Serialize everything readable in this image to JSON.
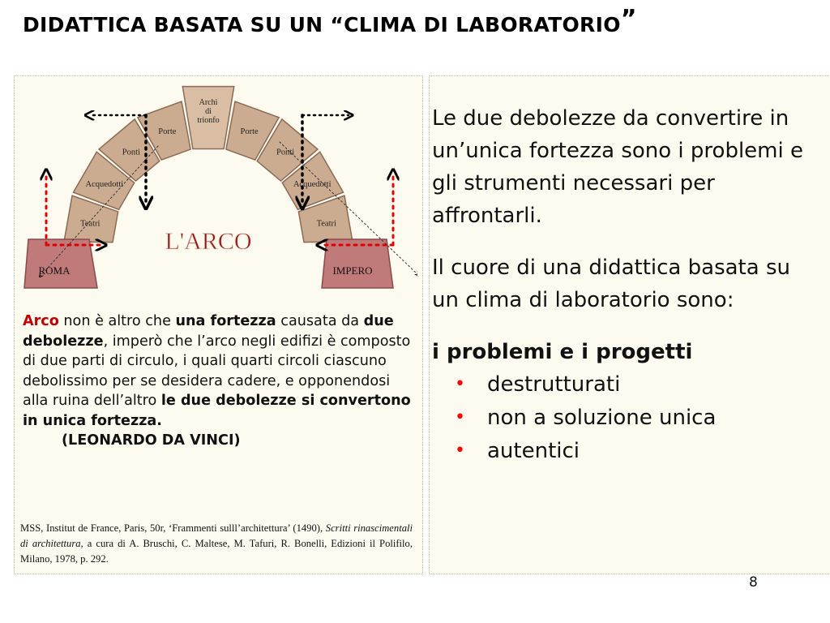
{
  "slide": {
    "title": "DIDATTICA BASATA SU UN “CLIMA DI LABORATORIO",
    "title_close_quote": "”",
    "page_number": "8"
  },
  "arch": {
    "title": "L'ARCO",
    "base_left": "ROMA",
    "base_right": "IMPERO",
    "stones": [
      "Teatri",
      "Acquedotti",
      "Ponti",
      "Porte",
      "Archi di trionfo",
      "Porte",
      "Ponti",
      "Acquedotti",
      "Teatri"
    ],
    "keystone": [
      "Archi",
      "di",
      "trionfo"
    ]
  },
  "quote": {
    "arco": "Arco",
    "t1": " non è altro che ",
    "fortezza": "una fortezza",
    "t2": " causata da ",
    "debolezze": "due debolezze",
    "t3": ", imperò che l’arco negli edifizi è composto di due parti di circulo, i quali quarti circoli ciascuno debolissimo per se desidera cadere, e opponendosi alla ruina dell’altro ",
    "conclusion": "le due debolezze si convertono in unica fortezza.",
    "author": "(LEONARDO DA VINCI)"
  },
  "reference": {
    "r1": "MSS, Institut de France, Paris, 50r, ‘Frammenti sulll’architettura’ (1490), ",
    "r2": "Scritti rinascimentali di architettura",
    "r3": ", a cura di A. Bruschi, C. Maltese, M. Tafuri, R. Bonelli, Edizioni il Polifilo, Milano, 1978, p. 292."
  },
  "right": {
    "para1": "Le due debolezze da convertire in un’unica fortezza sono i problemi e gli strumenti necessari per affrontarli.",
    "para2": "Il cuore di una didattica basata su un clima di laboratorio sono:",
    "heading": "i problemi e i progetti",
    "bullets": [
      "destrutturati",
      "non a soluzione unica",
      "autentici"
    ]
  },
  "colors": {
    "bullet": "#ff0000",
    "highlight": "#c00000",
    "panel_bg": "#fdfbf0",
    "stone": "#c9a98f",
    "arrow_red": "#e00000"
  }
}
